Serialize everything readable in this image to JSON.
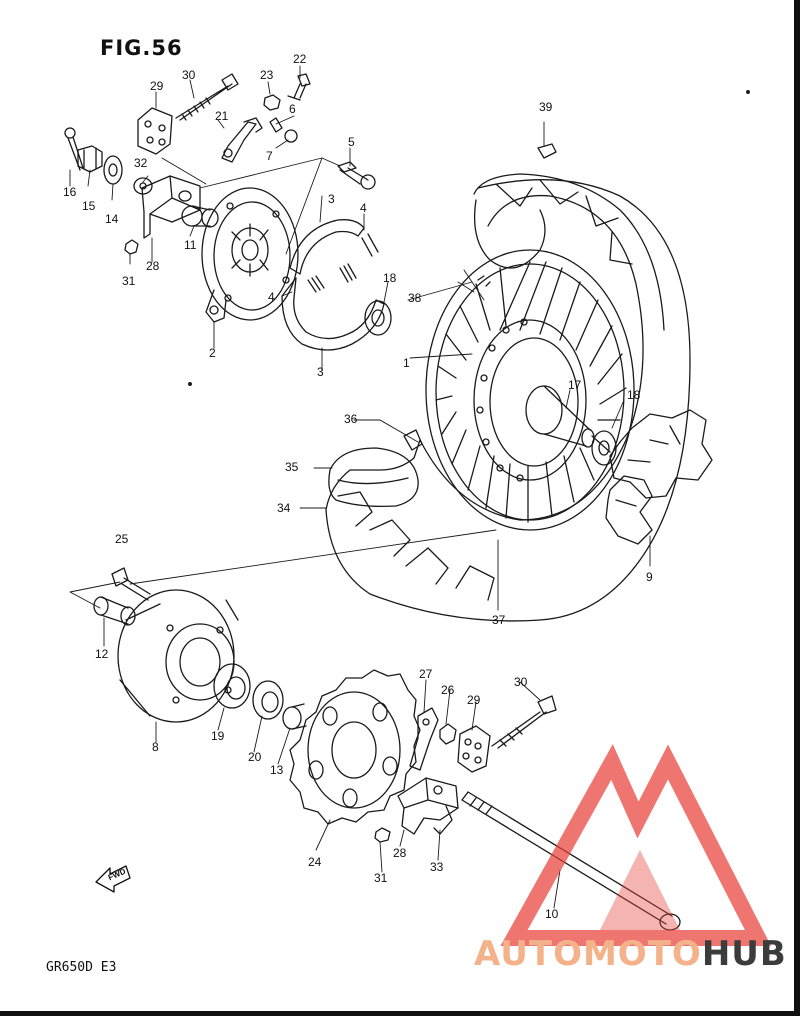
{
  "figure": {
    "title": "FIG.56",
    "model_code": "GR650D E3"
  },
  "fwd_arrow": {
    "label": "FWD"
  },
  "watermark": {
    "part1": "AUTOMOTO",
    "part2": "HUB",
    "logo_color": "#e8413a",
    "text_color_1": "#f2a87c",
    "text_color_2": "#333333"
  },
  "callouts": [
    {
      "id": "c30a",
      "text": "30"
    },
    {
      "id": "c23",
      "text": "23"
    },
    {
      "id": "c22",
      "text": "22"
    },
    {
      "id": "c29a",
      "text": "29"
    },
    {
      "id": "c21",
      "text": "21"
    },
    {
      "id": "c6",
      "text": "6"
    },
    {
      "id": "c7",
      "text": "7"
    },
    {
      "id": "c32",
      "text": "32"
    },
    {
      "id": "c16",
      "text": "16"
    },
    {
      "id": "c15",
      "text": "15"
    },
    {
      "id": "c14",
      "text": "14"
    },
    {
      "id": "c11",
      "text": "11"
    },
    {
      "id": "c28a",
      "text": "28"
    },
    {
      "id": "c31a",
      "text": "31"
    },
    {
      "id": "c5",
      "text": "5"
    },
    {
      "id": "c3a",
      "text": "3"
    },
    {
      "id": "c4a",
      "text": "4"
    },
    {
      "id": "c4b",
      "text": "4"
    },
    {
      "id": "c18a",
      "text": "18"
    },
    {
      "id": "c2",
      "text": "2"
    },
    {
      "id": "c3b",
      "text": "3"
    },
    {
      "id": "c39",
      "text": "39"
    },
    {
      "id": "c38",
      "text": "38"
    },
    {
      "id": "c1",
      "text": "1"
    },
    {
      "id": "c17",
      "text": "17"
    },
    {
      "id": "c18b",
      "text": "18"
    },
    {
      "id": "c36",
      "text": "36"
    },
    {
      "id": "c35",
      "text": "35"
    },
    {
      "id": "c34",
      "text": "34"
    },
    {
      "id": "c9",
      "text": "9"
    },
    {
      "id": "c37",
      "text": "37"
    },
    {
      "id": "c25",
      "text": "25"
    },
    {
      "id": "c12",
      "text": "12"
    },
    {
      "id": "c8",
      "text": "8"
    },
    {
      "id": "c19",
      "text": "19"
    },
    {
      "id": "c20",
      "text": "20"
    },
    {
      "id": "c13",
      "text": "13"
    },
    {
      "id": "c24",
      "text": "24"
    },
    {
      "id": "c27",
      "text": "27"
    },
    {
      "id": "c26",
      "text": "26"
    },
    {
      "id": "c29b",
      "text": "29"
    },
    {
      "id": "c30b",
      "text": "30"
    },
    {
      "id": "c28b",
      "text": "28"
    },
    {
      "id": "c31b",
      "text": "31"
    },
    {
      "id": "c33",
      "text": "33"
    },
    {
      "id": "c10",
      "text": "10"
    }
  ]
}
